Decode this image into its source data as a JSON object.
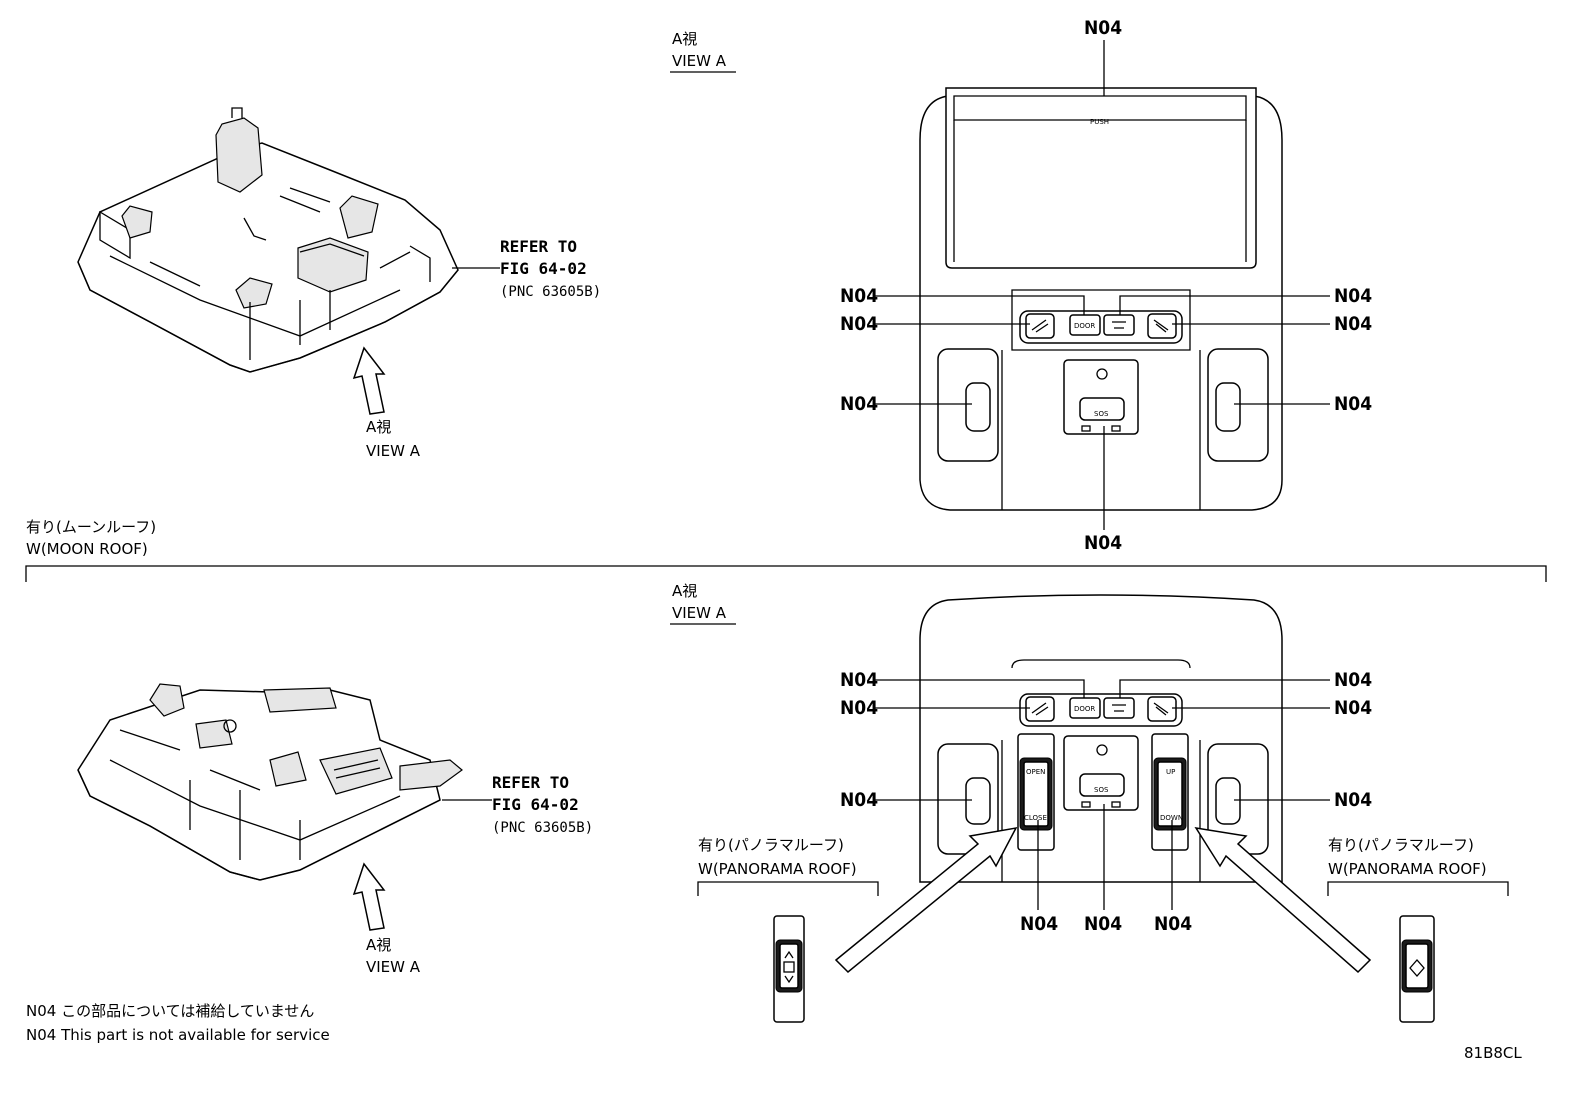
{
  "diagram_id": "81B8CL",
  "part_callout": "N04",
  "view_label": {
    "jp": "A視",
    "en": "VIEW A"
  },
  "refer_to": {
    "line1": "REFER TO",
    "line2": "FIG 64-02",
    "pnc": "(PNC 63605B)"
  },
  "moon_roof_section": {
    "jp": "有り(ムーンルーフ)",
    "en": "W(MOON ROOF)"
  },
  "panorama_roof_section": {
    "jp": "有り(パノラマルーフ)",
    "en": "W(PANORAMA ROOF)"
  },
  "console_labels": {
    "push": "PUSH",
    "door": "DOOR",
    "sos": "SOS",
    "open": "OPEN",
    "close": "CLOSE",
    "up": "UP",
    "down": "DOWN"
  },
  "footnote": {
    "jp": "N04 この部品については補給していません",
    "en": "N04 This part is not available for service"
  }
}
